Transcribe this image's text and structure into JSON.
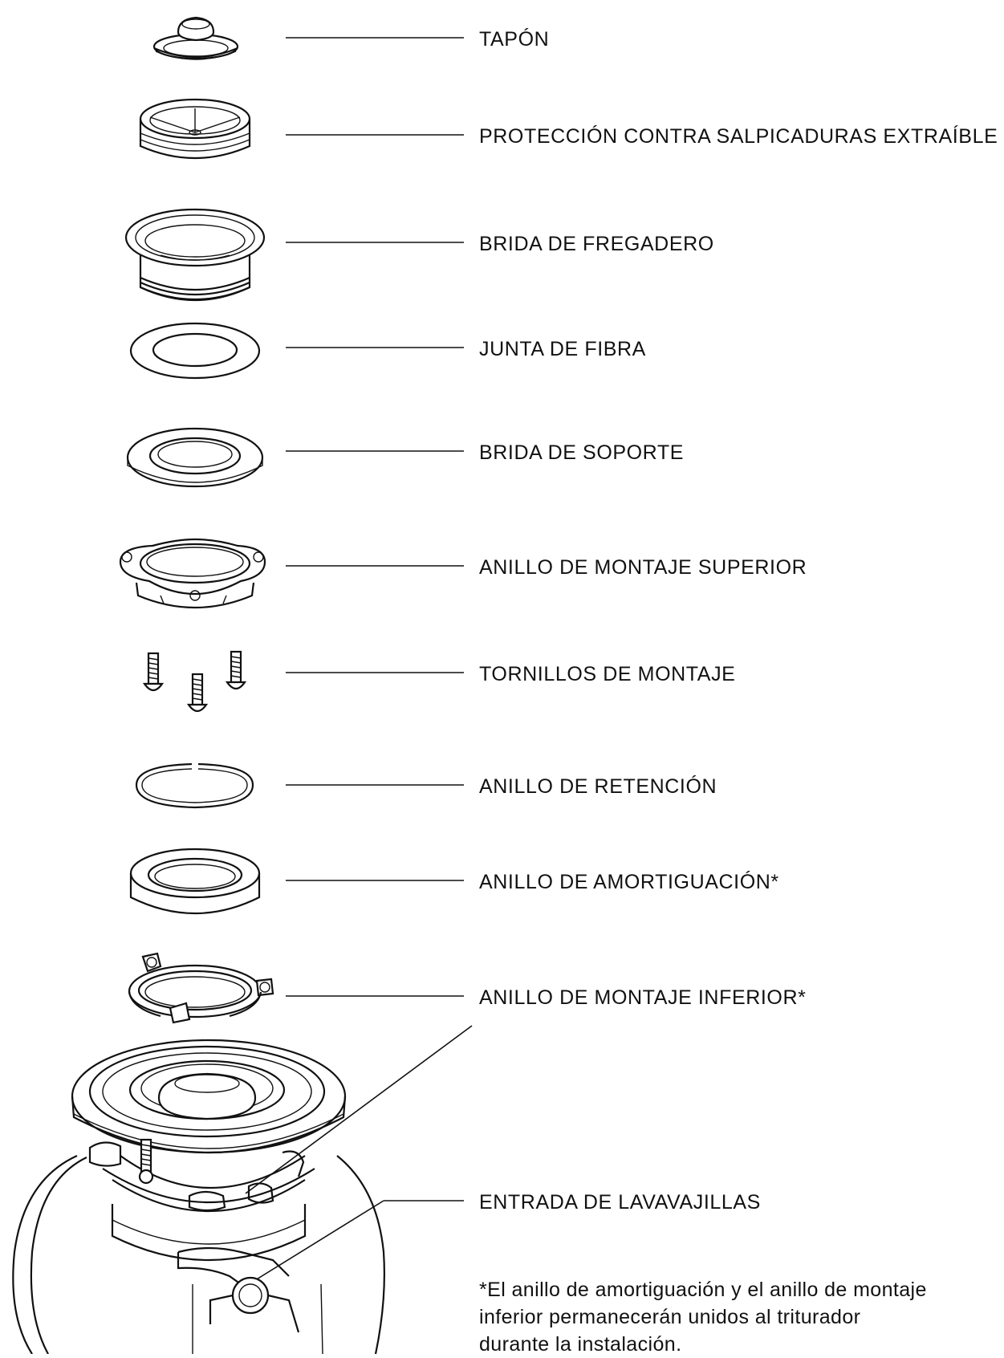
{
  "parts": [
    {
      "id": "tapon",
      "label": "TAPÓN"
    },
    {
      "id": "proteccion",
      "label": "PROTECCIÓN CONTRA SALPICADURAS EXTRAÍBLE"
    },
    {
      "id": "brida-fregadero",
      "label": "BRIDA DE FREGADERO"
    },
    {
      "id": "junta-fibra",
      "label": "JUNTA DE FIBRA"
    },
    {
      "id": "brida-soporte",
      "label": "BRIDA DE SOPORTE"
    },
    {
      "id": "anillo-montaje-superior",
      "label": "ANILLO DE MONTAJE SUPERIOR"
    },
    {
      "id": "tornillos",
      "label": "TORNILLOS DE MONTAJE"
    },
    {
      "id": "anillo-retencion",
      "label": "ANILLO DE RETENCIÓN"
    },
    {
      "id": "anillo-amortiguacion",
      "label": "ANILLO DE AMORTIGUACIÓN*"
    },
    {
      "id": "anillo-montaje-inferior",
      "label": "ANILLO DE MONTAJE INFERIOR*"
    },
    {
      "id": "entrada-lavavajillas",
      "label": "ENTRADA DE LAVAVAJILLAS"
    }
  ],
  "footnote": {
    "line1": "*El anillo de amortiguación y el anillo de montaje",
    "line2": "inferior permanecerán unidos al triturador",
    "line3": "durante la instalación."
  }
}
